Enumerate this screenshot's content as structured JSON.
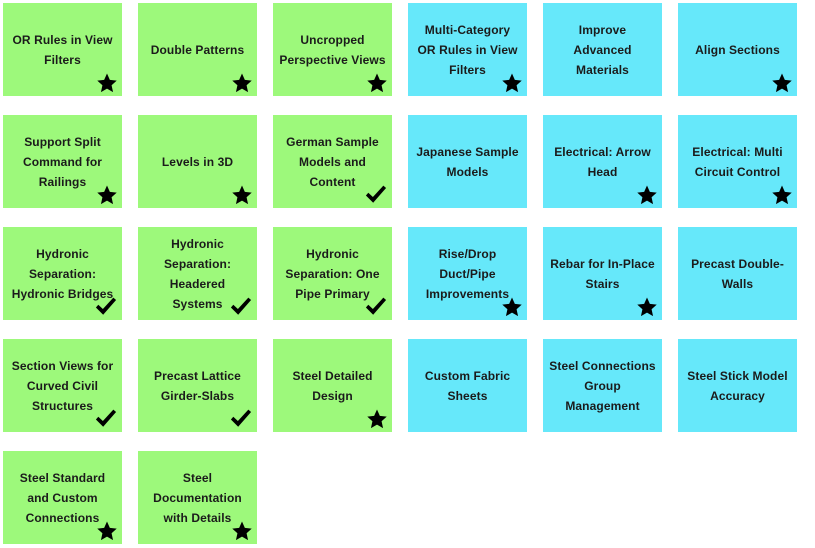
{
  "board": {
    "title": "Feature Cards Board",
    "columns": 6,
    "colors": {
      "green": "#9df97b",
      "cyan": "#66e8fa",
      "badge": "#000000",
      "text": "#1b1b1b",
      "background": "#ffffff"
    },
    "badge_icons": {
      "star": "star-icon",
      "check": "check-icon",
      "none": ""
    },
    "cards": [
      {
        "label": "OR Rules in View Filters",
        "color": "green",
        "badge": "star"
      },
      {
        "label": "Double Patterns",
        "color": "green",
        "badge": "star"
      },
      {
        "label": "Uncropped Perspective Views",
        "color": "green",
        "badge": "star"
      },
      {
        "label": "Multi-Category OR Rules in View Filters",
        "color": "cyan",
        "badge": "star"
      },
      {
        "label": "Improve Advanced Materials",
        "color": "cyan",
        "badge": "none"
      },
      {
        "label": "Align Sections",
        "color": "cyan",
        "badge": "star"
      },
      {
        "label": "Support Split Command for Railings",
        "color": "green",
        "badge": "star"
      },
      {
        "label": "Levels in 3D",
        "color": "green",
        "badge": "star"
      },
      {
        "label": "German Sample Models and Content",
        "color": "green",
        "badge": "check"
      },
      {
        "label": "Japanese Sample Models",
        "color": "cyan",
        "badge": "none"
      },
      {
        "label": "Electrical: Arrow Head",
        "color": "cyan",
        "badge": "star"
      },
      {
        "label": "Electrical: Multi Circuit Control",
        "color": "cyan",
        "badge": "star"
      },
      {
        "label": "Hydronic Separation: Hydronic Bridges",
        "color": "green",
        "badge": "check"
      },
      {
        "label": "Hydronic Separation: Headered Systems",
        "color": "green",
        "badge": "check"
      },
      {
        "label": "Hydronic Separation: One Pipe Primary",
        "color": "green",
        "badge": "check"
      },
      {
        "label": "Rise/Drop Duct/Pipe Improvements",
        "color": "cyan",
        "badge": "star"
      },
      {
        "label": "Rebar for In-Place Stairs",
        "color": "cyan",
        "badge": "star"
      },
      {
        "label": "Precast Double-Walls",
        "color": "cyan",
        "badge": "none"
      },
      {
        "label": "Section Views for Curved Civil Structures",
        "color": "green",
        "badge": "check"
      },
      {
        "label": "Precast Lattice Girder-Slabs",
        "color": "green",
        "badge": "check"
      },
      {
        "label": "Steel Detailed Design",
        "color": "green",
        "badge": "star"
      },
      {
        "label": "Custom Fabric Sheets",
        "color": "cyan",
        "badge": "none"
      },
      {
        "label": "Steel Connections Group Management",
        "color": "cyan",
        "badge": "none"
      },
      {
        "label": "Steel Stick Model Accuracy",
        "color": "cyan",
        "badge": "none"
      },
      {
        "label": "Steel Standard and Custom Connections",
        "color": "green",
        "badge": "star"
      },
      {
        "label": "Steel Documentation with Details",
        "color": "green",
        "badge": "star"
      }
    ]
  }
}
